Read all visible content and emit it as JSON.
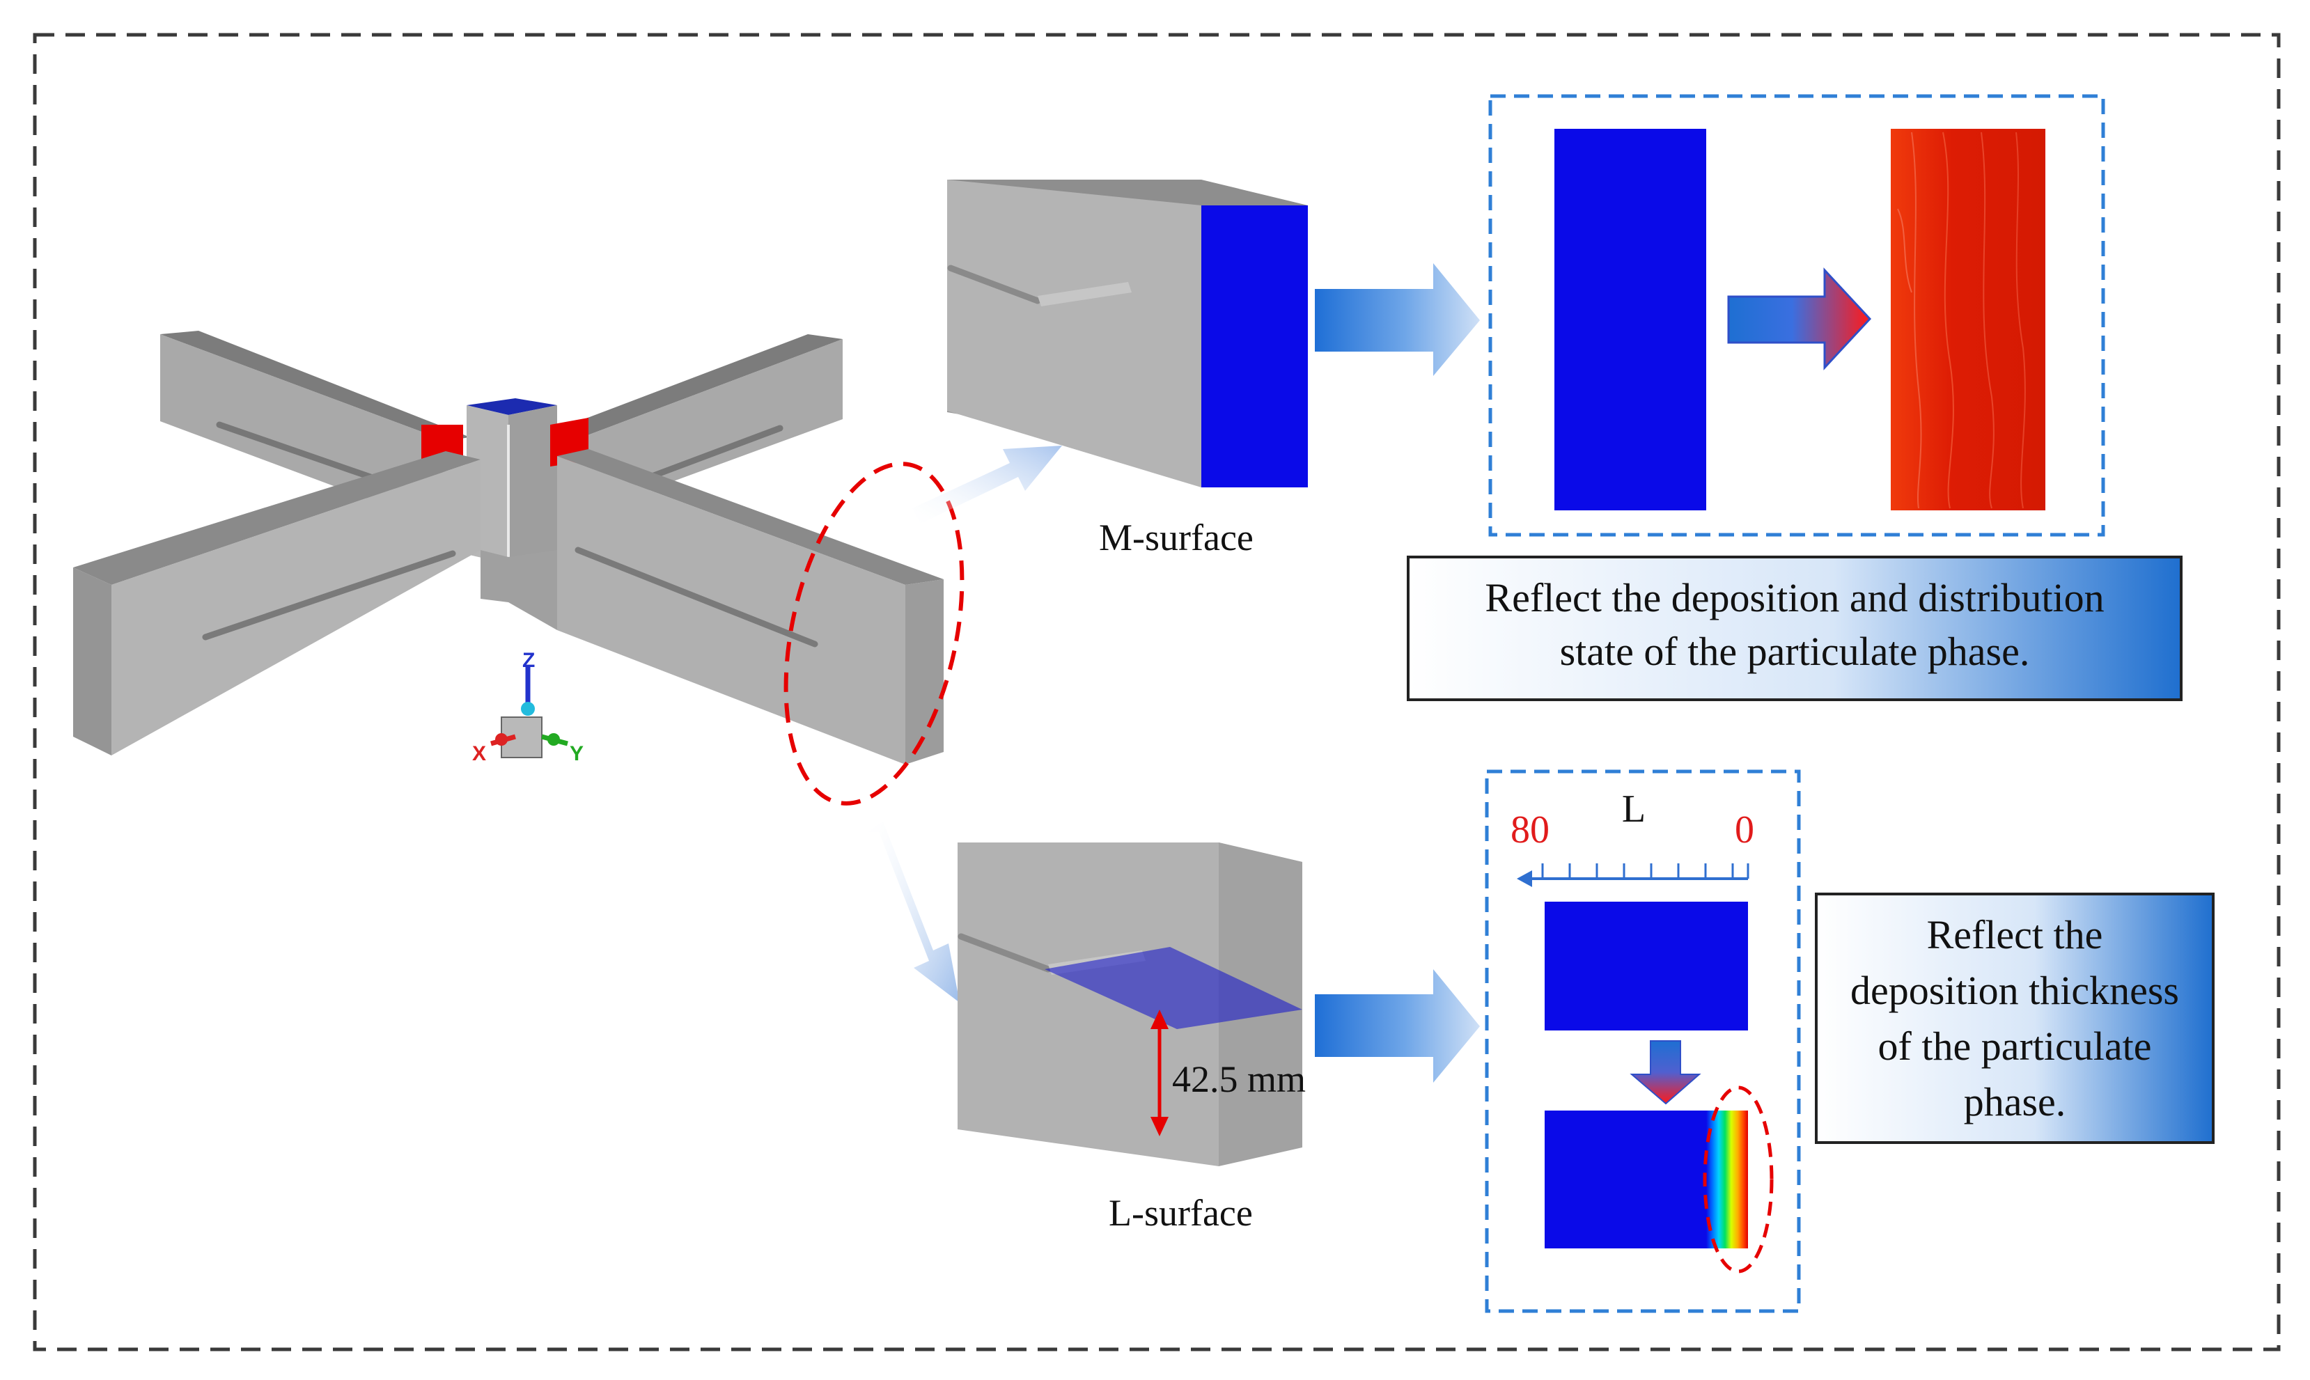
{
  "labels": {
    "m_surface": "M-surface",
    "l_surface": "L-surface",
    "dimension": "42.5 mm",
    "scale_letter": "L",
    "scale_max": "80",
    "scale_min": "0"
  },
  "callouts": {
    "m_line1": "Reflect the deposition and distribution",
    "m_line2": "state of the particulate phase.",
    "l_line1": "Reflect the",
    "l_line2": "deposition thickness",
    "l_line3": "of the particulate",
    "l_line4": "phase."
  },
  "axes": {
    "x": "X",
    "y": "Y",
    "z": "Z"
  },
  "colors": {
    "deposition_blue": "#0a0ae8",
    "deposition_red": "#dd1c04",
    "highlight_red": "#e60000",
    "frame_dash": "#3a3a3a",
    "panel_dash": "#2f7fd6",
    "callout_blue": "#1f6fcf",
    "model_grey": "#a6a6a6"
  }
}
